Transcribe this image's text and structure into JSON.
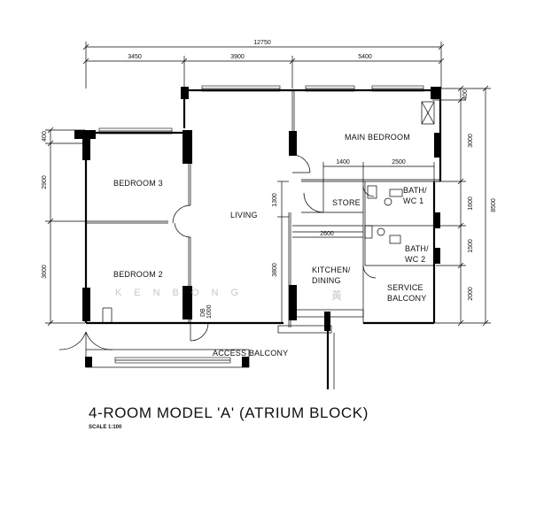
{
  "title": "4-ROOM MODEL 'A' (ATRIUM BLOCK)",
  "scale_text": "SCALE  1:100",
  "watermark": "KENBONG",
  "watermark_cjk": "黃",
  "rooms": {
    "main_bedroom": "MAIN BEDROOM",
    "bedroom3": "BEDROOM 3",
    "bedroom2": "BEDROOM 2",
    "living": "LIVING",
    "store": "STORE",
    "bath1_line1": "BATH/",
    "bath1_line2": "WC 1",
    "bath2_line1": "BATH/",
    "bath2_line2": "WC 2",
    "kitchen_line1": "KITCHEN/",
    "kitchen_line2": "DINING",
    "service_line1": "SERVICE",
    "service_line2": "BALCONY",
    "access_balcony": "ACCESS BALCONY",
    "db": "DB",
    "door_tag": "1000"
  },
  "dimensions": {
    "overall_width": "12750",
    "seg_left": "3450",
    "seg_mid": "3900",
    "seg_right": "5400",
    "left_top": "400",
    "left_mid": "2900",
    "left_bottom": "3600",
    "living_1300": "1300",
    "living_3800": "3800",
    "store_1400": "1400",
    "bath_2500": "2500",
    "kitchen_2600": "2600",
    "right_400": "400",
    "right_3000": "3000",
    "right_1600": "1600",
    "right_1500": "1500",
    "right_2000": "2000",
    "right_total": "8500"
  }
}
